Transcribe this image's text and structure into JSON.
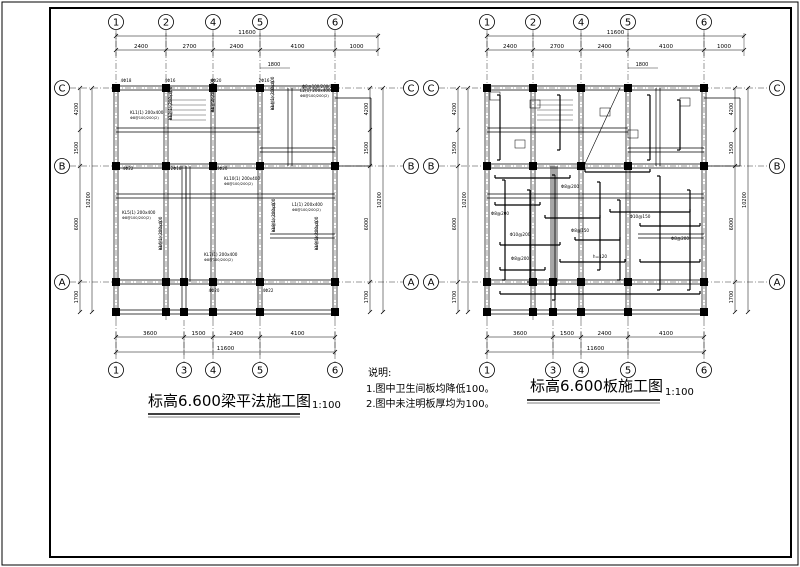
{
  "left_plan": {
    "title": "标高6.600梁平法施工图",
    "scale": "1:100",
    "axes_top": [
      "1",
      "2",
      "4",
      "5",
      "6"
    ],
    "axes_bottom": [
      "1",
      "3",
      "4",
      "5",
      "6"
    ],
    "axes_side": [
      "C",
      "B",
      "A"
    ],
    "top_dims": [
      "2400",
      "2700",
      "2400",
      "4100",
      "1000"
    ],
    "top_total": "11600",
    "bottom_dims": [
      "3600",
      "1500",
      "2400",
      "4100"
    ],
    "bottom_total": "11600",
    "side_dims": [
      "4200",
      "1500",
      "6000",
      "1700"
    ],
    "side_total": "10200",
    "extra_dim": "1800",
    "beam_labels": [
      "KL1(1) 200x400",
      "KL2(1) 200x400",
      "KL3(2) 200x400",
      "KL4(1) 200x400",
      "KL5(1) 200x400",
      "KL6(1) 200x400",
      "KL7(1) 200x400",
      "KL8(1) 200x400",
      "KL9(1) 200x400",
      "KL10(1) 200x400",
      "L1(1) 200x400",
      "L2(1) 200x400"
    ],
    "rebar_notes": [
      "4Φ18",
      "4Φ16",
      "4Φ20",
      "2Φ16",
      "Φ8@100/200(2)",
      "4Φ22",
      "2Φ18",
      "4Φ20",
      "4Φ22",
      "4Φ20"
    ]
  },
  "right_plan": {
    "title": "标高6.600板施工图",
    "scale": "1:100",
    "axes_top": [
      "1",
      "2",
      "4",
      "5",
      "6"
    ],
    "axes_bottom": [
      "1",
      "3",
      "4",
      "5",
      "6"
    ],
    "axes_side": [
      "C",
      "B",
      "A"
    ],
    "top_dims": [
      "2400",
      "2700",
      "2400",
      "4100",
      "1000"
    ],
    "top_total": "11600",
    "bottom_dims": [
      "3600",
      "1500",
      "2400",
      "4100"
    ],
    "bottom_total": "11600",
    "side_dims": [
      "4200",
      "1500",
      "6000",
      "1700"
    ],
    "side_total": "10200",
    "extra_dim": "1800",
    "slab_notes": [
      "Φ8@200",
      "Φ10@200",
      "Φ8@150",
      "h=120",
      "Φ8@200",
      "Φ10@150",
      "Φ8@200",
      "Φ8@200"
    ]
  },
  "notes": {
    "heading": "说明:",
    "items": [
      "1.图中卫生间板均降低100。",
      "2.图中未注明板厚均为100。"
    ]
  }
}
